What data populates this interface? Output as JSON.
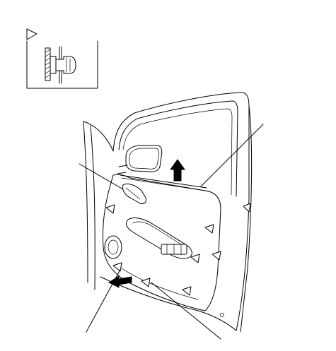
{
  "diagram": {
    "inset_marker": "triangle-pointer",
    "removal_direction": "up",
    "pull_direction": "outward",
    "colors": {
      "line": "#000000",
      "background": "#ffffff"
    },
    "callouts": [
      {
        "id": "upper-right",
        "label": ""
      },
      {
        "id": "upper-left",
        "label": ""
      },
      {
        "id": "lower-left",
        "label": ""
      },
      {
        "id": "lower-right",
        "label": ""
      }
    ]
  }
}
